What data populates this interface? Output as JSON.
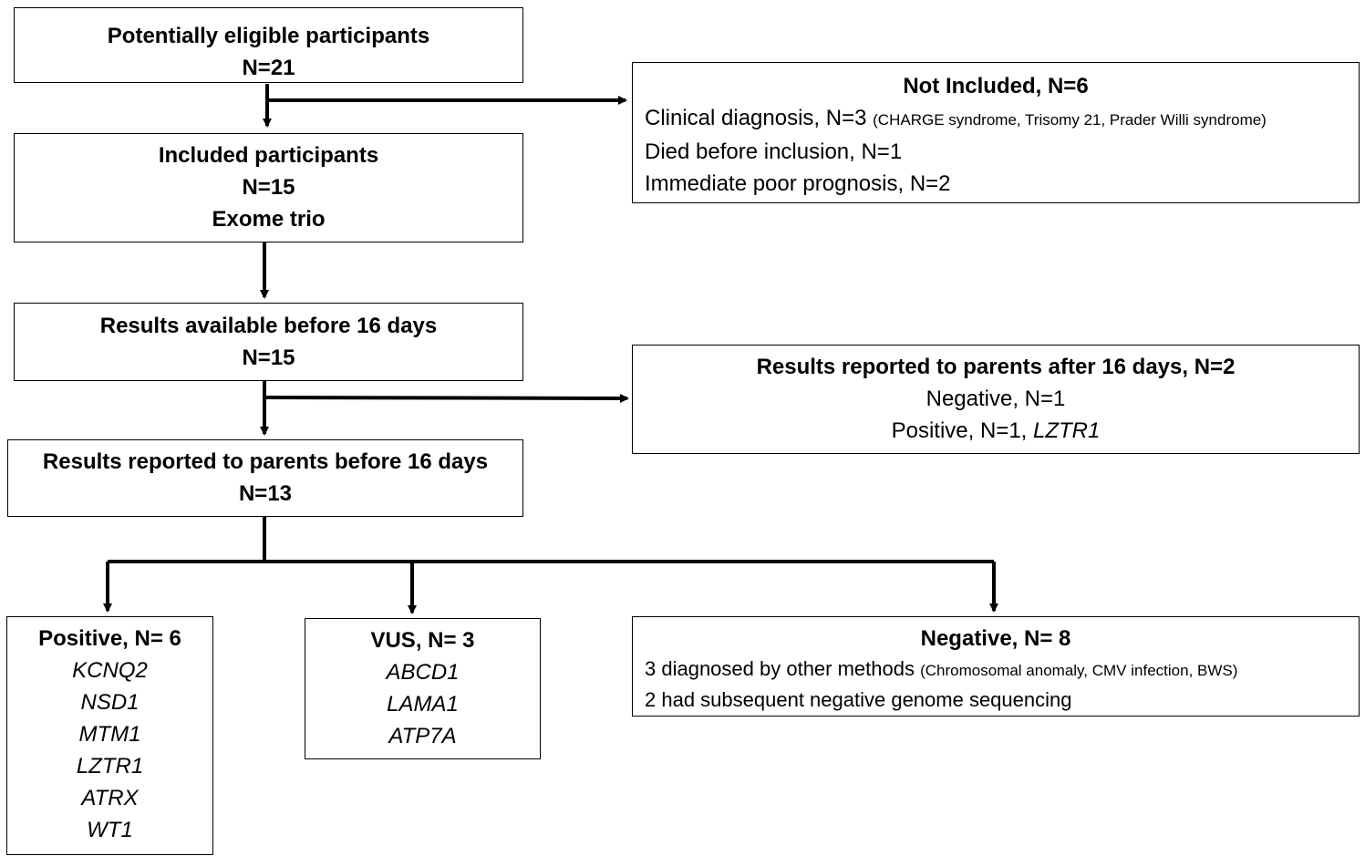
{
  "eligible": {
    "title": "Potentially eligible participants",
    "n": "N=21"
  },
  "not_included": {
    "title": "Not Included, N=6",
    "clinical": "Clinical diagnosis, N=3",
    "clinical_detail": "(CHARGE syndrome, Trisomy 21, Prader Willi syndrome)",
    "died": "Died before inclusion, N=1",
    "poor": "Immediate poor prognosis, N=2"
  },
  "included": {
    "title": "Included participants",
    "n": "N=15",
    "method": "Exome trio"
  },
  "available": {
    "title": "Results available before 16 days",
    "n": "N=15"
  },
  "reported_after": {
    "title": "Results reported to parents after 16 days, N=2",
    "negative": "Negative, N=1",
    "positive_prefix": "Positive, N=1,",
    "positive_gene": "LZTR1"
  },
  "reported_before": {
    "title": "Results reported to parents before 16 days",
    "n": "N=13"
  },
  "positive": {
    "title": "Positive, N= 6",
    "genes": [
      "KCNQ2",
      "NSD1",
      "MTM1",
      "LZTR1",
      "ATRX",
      "WT1"
    ]
  },
  "vus": {
    "title": "VUS, N= 3",
    "genes": [
      "ABCD1",
      "LAMA1",
      "ATP7A"
    ]
  },
  "negative": {
    "title": "Negative, N= 8",
    "other_methods": "3 diagnosed by other methods",
    "other_methods_detail": "(Chromosomal anomaly, CMV infection, BWS)",
    "genome": "2 had subsequent negative genome sequencing"
  }
}
